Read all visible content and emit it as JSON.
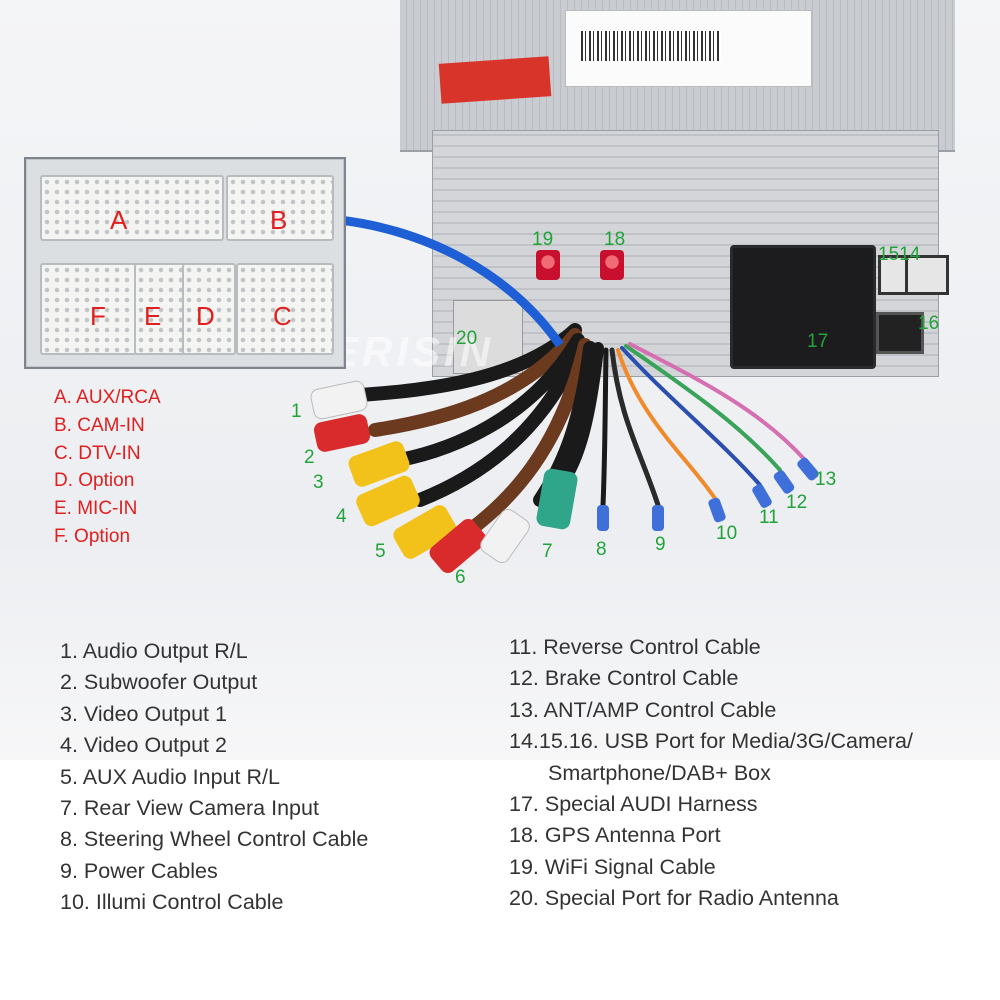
{
  "watermark": "ERISIN",
  "connector_letters": {
    "A": "A",
    "B": "B",
    "C": "C",
    "D": "D",
    "E": "E",
    "F": "F"
  },
  "connector_legend": [
    "A. AUX/RCA",
    "B. CAM-IN",
    "C. DTV-IN",
    "D. Option",
    "E. MIC-IN",
    "F. Option"
  ],
  "callouts": {
    "c1": "1",
    "c2": "2",
    "c3": "3",
    "c4": "4",
    "c5": "5",
    "c6": "6",
    "c7": "7",
    "c8": "8",
    "c9": "9",
    "c10": "10",
    "c11": "11",
    "c12": "12",
    "c13": "13",
    "c1514": "1514",
    "c16": "16",
    "c17": "17",
    "c18": "18",
    "c19": "19",
    "c20": "20"
  },
  "cable_legend_left": [
    "1. Audio Output R/L",
    "2. Subwoofer Output",
    "3. Video Output 1",
    "4. Video Output 2",
    "5. AUX Audio Input R/L",
    "7. Rear View Camera Input",
    "8. Steering Wheel Control Cable",
    "9. Power Cables",
    "10. Illumi Control Cable"
  ],
  "cable_legend_right": [
    "11. Reverse Control Cable",
    "12. Brake Control Cable",
    "13. ANT/AMP Control Cable",
    "14.15.16. USB Port for Media/3G/Camera/",
    "Smartphone/DAB+ Box",
    "17. Special AUDI Harness",
    "18. GPS Antenna Port",
    "19. WiFi Signal Cable",
    "20. Special Port for Radio Antenna"
  ],
  "colors": {
    "callout_green": "#22a33a",
    "letter_red": "#e02020",
    "arrow_blue": "#1f5fd6",
    "rca_red": "#d92b2b",
    "rca_yellow": "#f2c21b",
    "rca_white": "#f2f2f2",
    "rca_green": "#2fa58a"
  }
}
